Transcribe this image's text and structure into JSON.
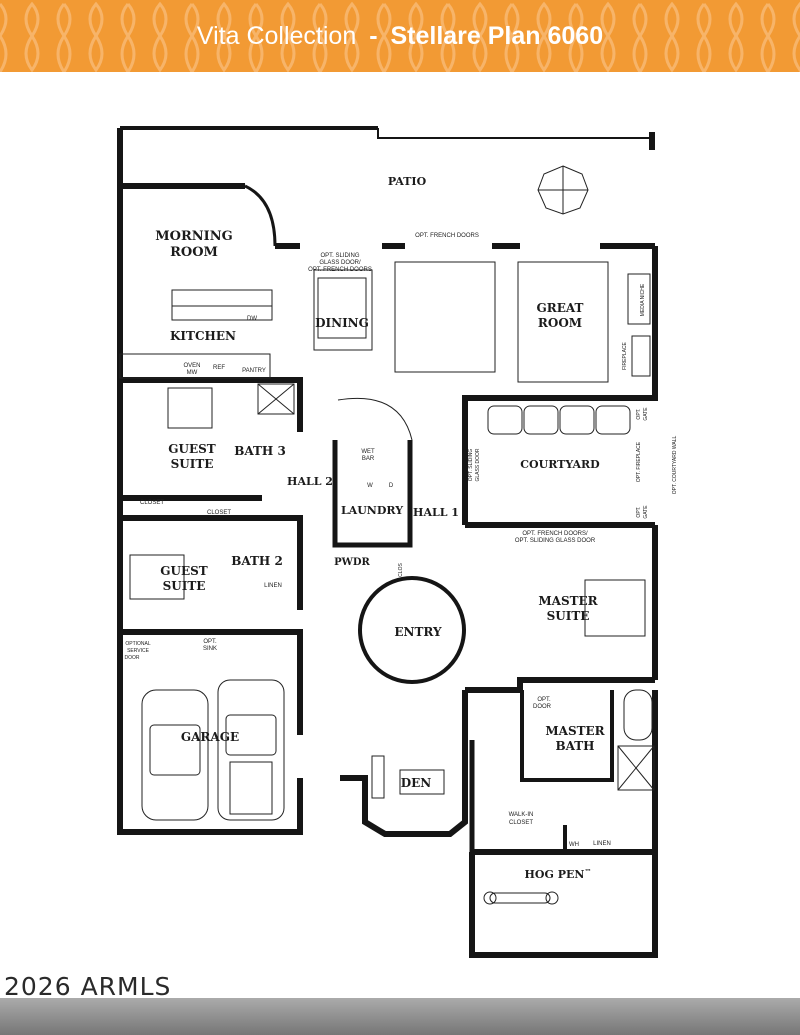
{
  "banner": {
    "collection": "Vita Collection",
    "separator": "-",
    "plan_name": "Stellare Plan 6060",
    "color": "#f29a34"
  },
  "rooms": {
    "patio": "PATIO",
    "morning_room_1": "MORNING",
    "morning_room_2": "ROOM",
    "kitchen": "KITCHEN",
    "dining": "DINING",
    "great_room_1": "GREAT",
    "great_room_2": "ROOM",
    "guest_suite_a_1": "GUEST",
    "guest_suite_a_2": "SUITE",
    "bath_3": "BATH 3",
    "hall_2": "HALL 2",
    "laundry": "LAUNDRY",
    "hall_1": "HALL 1",
    "courtyard": "COURTYARD",
    "guest_suite_b_1": "GUEST",
    "guest_suite_b_2": "SUITE",
    "bath_2": "BATH 2",
    "pwdr": "PWDR",
    "entry": "ENTRY",
    "master_suite_1": "MASTER",
    "master_suite_2": "SUITE",
    "master_bath_1": "MASTER",
    "master_bath_2": "BATH",
    "garage": "GARAGE",
    "den": "DEN",
    "hog_pen": "HOG PEN",
    "hog_pen_tm": "™"
  },
  "notes": {
    "opt_french_doors": "OPT. FRENCH DOORS",
    "opt_sliding_1": "OPT. SLIDING",
    "opt_sliding_2": "GLASS DOOR/",
    "opt_sliding_3": "OPT. FRENCH DOORS",
    "media_niche": "MEDIA NICHE",
    "fireplace": "FIREPLACE",
    "dw": "DW",
    "oven_1": "OVEN",
    "oven_2": "MW",
    "ref": "REF",
    "pantry": "PANTRY",
    "wet_1": "WET",
    "wet_2": "BAR",
    "w": "W",
    "d": "D",
    "closet_1": "CLOSET",
    "closet_2": "CLOSET",
    "linen_1": "LINEN",
    "linen_2": "LINEN",
    "clos": "CLOS",
    "opt_sliding_glass_door_1": "OPT. SLIDING",
    "opt_sliding_glass_door_2": "GLASS DOOR",
    "opt_gate_1": "OPT.",
    "opt_gate_2": "GATE",
    "opt_fireplace": "OPT. FIREPLACE",
    "opt_courtyard_wall": "OPT. COURTYARD WALL",
    "opt_french_sliding_1": "OPT. FRENCH DOORS/",
    "opt_french_sliding_2": "OPT. SLIDING GLASS DOOR",
    "optional_service_1": "OPTIONAL",
    "optional_service_2": "SERVICE",
    "optional_service_3": "DOOR",
    "opt_sink_1": "OPT.",
    "opt_sink_2": "SINK",
    "opt_door_1": "OPT.",
    "opt_door_2": "DOOR",
    "walk_in_1": "WALK-IN",
    "walk_in_2": "CLOSET",
    "wh": "WH"
  },
  "watermark": "2026 ARMLS"
}
